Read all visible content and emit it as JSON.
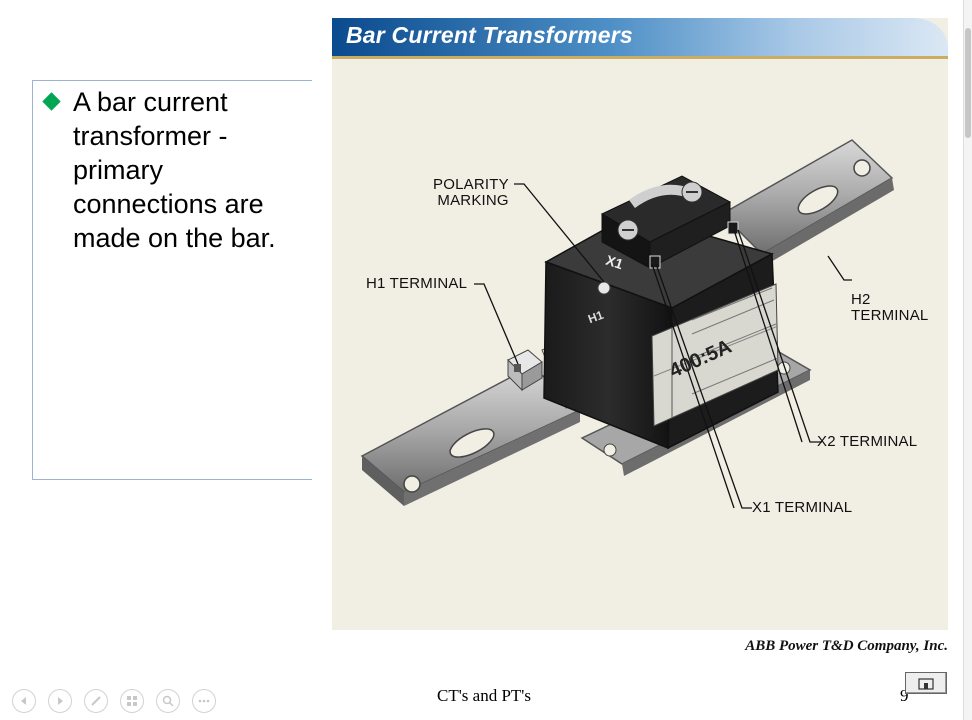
{
  "slide": {
    "title": "Bar Current Transformers",
    "bullet": "A bar current transformer - primary connections are made on the bar.",
    "credit": "ABB Power T&D Company, Inc.",
    "footer": "CT's and PT's",
    "page_number": "9"
  },
  "figure": {
    "device_label": "400:5A",
    "callouts": {
      "polarity_line1": "POLARITY",
      "polarity_line2": "MARKING",
      "h1": "H1 TERMINAL",
      "h2_line1": "H2",
      "h2_line2": "TERMINAL",
      "x2": "X2 TERMINAL",
      "x1": "X1 TERMINAL"
    },
    "stamp_h1": "H1",
    "stamp_x1": "X1"
  },
  "controls": [
    "prev-slide-icon",
    "next-slide-icon",
    "pen-icon",
    "slides-grid-icon",
    "zoom-icon",
    "more-icon"
  ],
  "colors": {
    "bullet": "#00a651",
    "banner_start": "#0a4a8e",
    "banner_end": "#dbe8f4",
    "photo_bg": "#f1eee4"
  }
}
